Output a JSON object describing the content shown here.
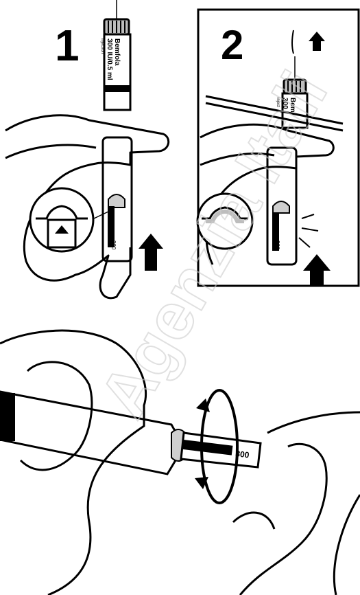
{
  "steps": [
    {
      "number": "1",
      "pen_brand": "Bemfola",
      "pen_dose": "300 IU/0.5 ml",
      "pen_small": "injection",
      "scale_label": "300"
    },
    {
      "number": "2",
      "pen_brand": "Bem",
      "pen_dose": "300",
      "pen_small": "inject",
      "scale_label": "300"
    }
  ],
  "bottom": {
    "scale_label": "300"
  },
  "watermark": "Agenzia Itali",
  "colors": {
    "ink": "#000000",
    "paper": "#ffffff",
    "watermark": "#e3e3e3",
    "metal": "#cfcfcf"
  }
}
